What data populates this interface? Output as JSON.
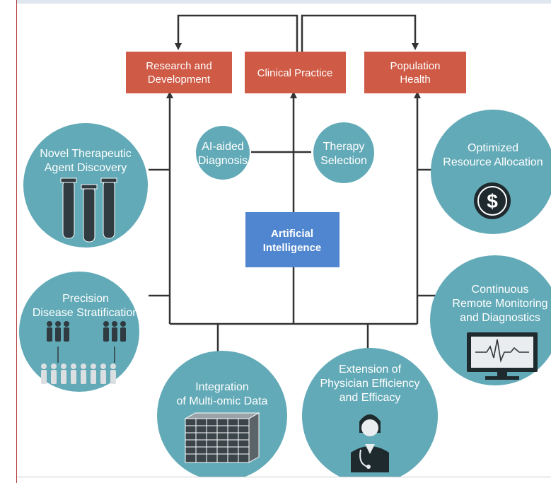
{
  "colors": {
    "outcome_box": "#cf5a45",
    "ai_box": "#4f86cf",
    "circle": "#62aab7",
    "line": "#333333",
    "frame_accent": "#b03a3a"
  },
  "outcomes": {
    "research": [
      "Research and",
      "Development"
    ],
    "clinical": [
      "Clinical Practice"
    ],
    "population": [
      "Population",
      "Health"
    ]
  },
  "center": {
    "ai": [
      "Artificial",
      "Intelligence"
    ],
    "diagnosis": [
      "AI-aided",
      "Diagnosis"
    ],
    "therapy": [
      "Therapy",
      "Selection"
    ]
  },
  "applications": {
    "novel": [
      "Novel Therapeutic",
      "Agent Discovery"
    ],
    "precision": [
      "Precision",
      "Disease Stratification"
    ],
    "multiomic": [
      "Integration",
      "of Multi-omic Data"
    ],
    "physician": [
      "Extension of",
      "Physician Efficiency",
      "and Efficacy"
    ],
    "resource": [
      "Optimized",
      "Resource Allocation"
    ],
    "monitoring": [
      "Continuous",
      "Remote Monitoring",
      "and Diagnostics"
    ]
  },
  "icons": [
    "test-tubes-icon",
    "people-groups-icon",
    "data-grid-icon",
    "doctor-icon",
    "dollar-coin-icon",
    "monitor-heartbeat-icon"
  ]
}
